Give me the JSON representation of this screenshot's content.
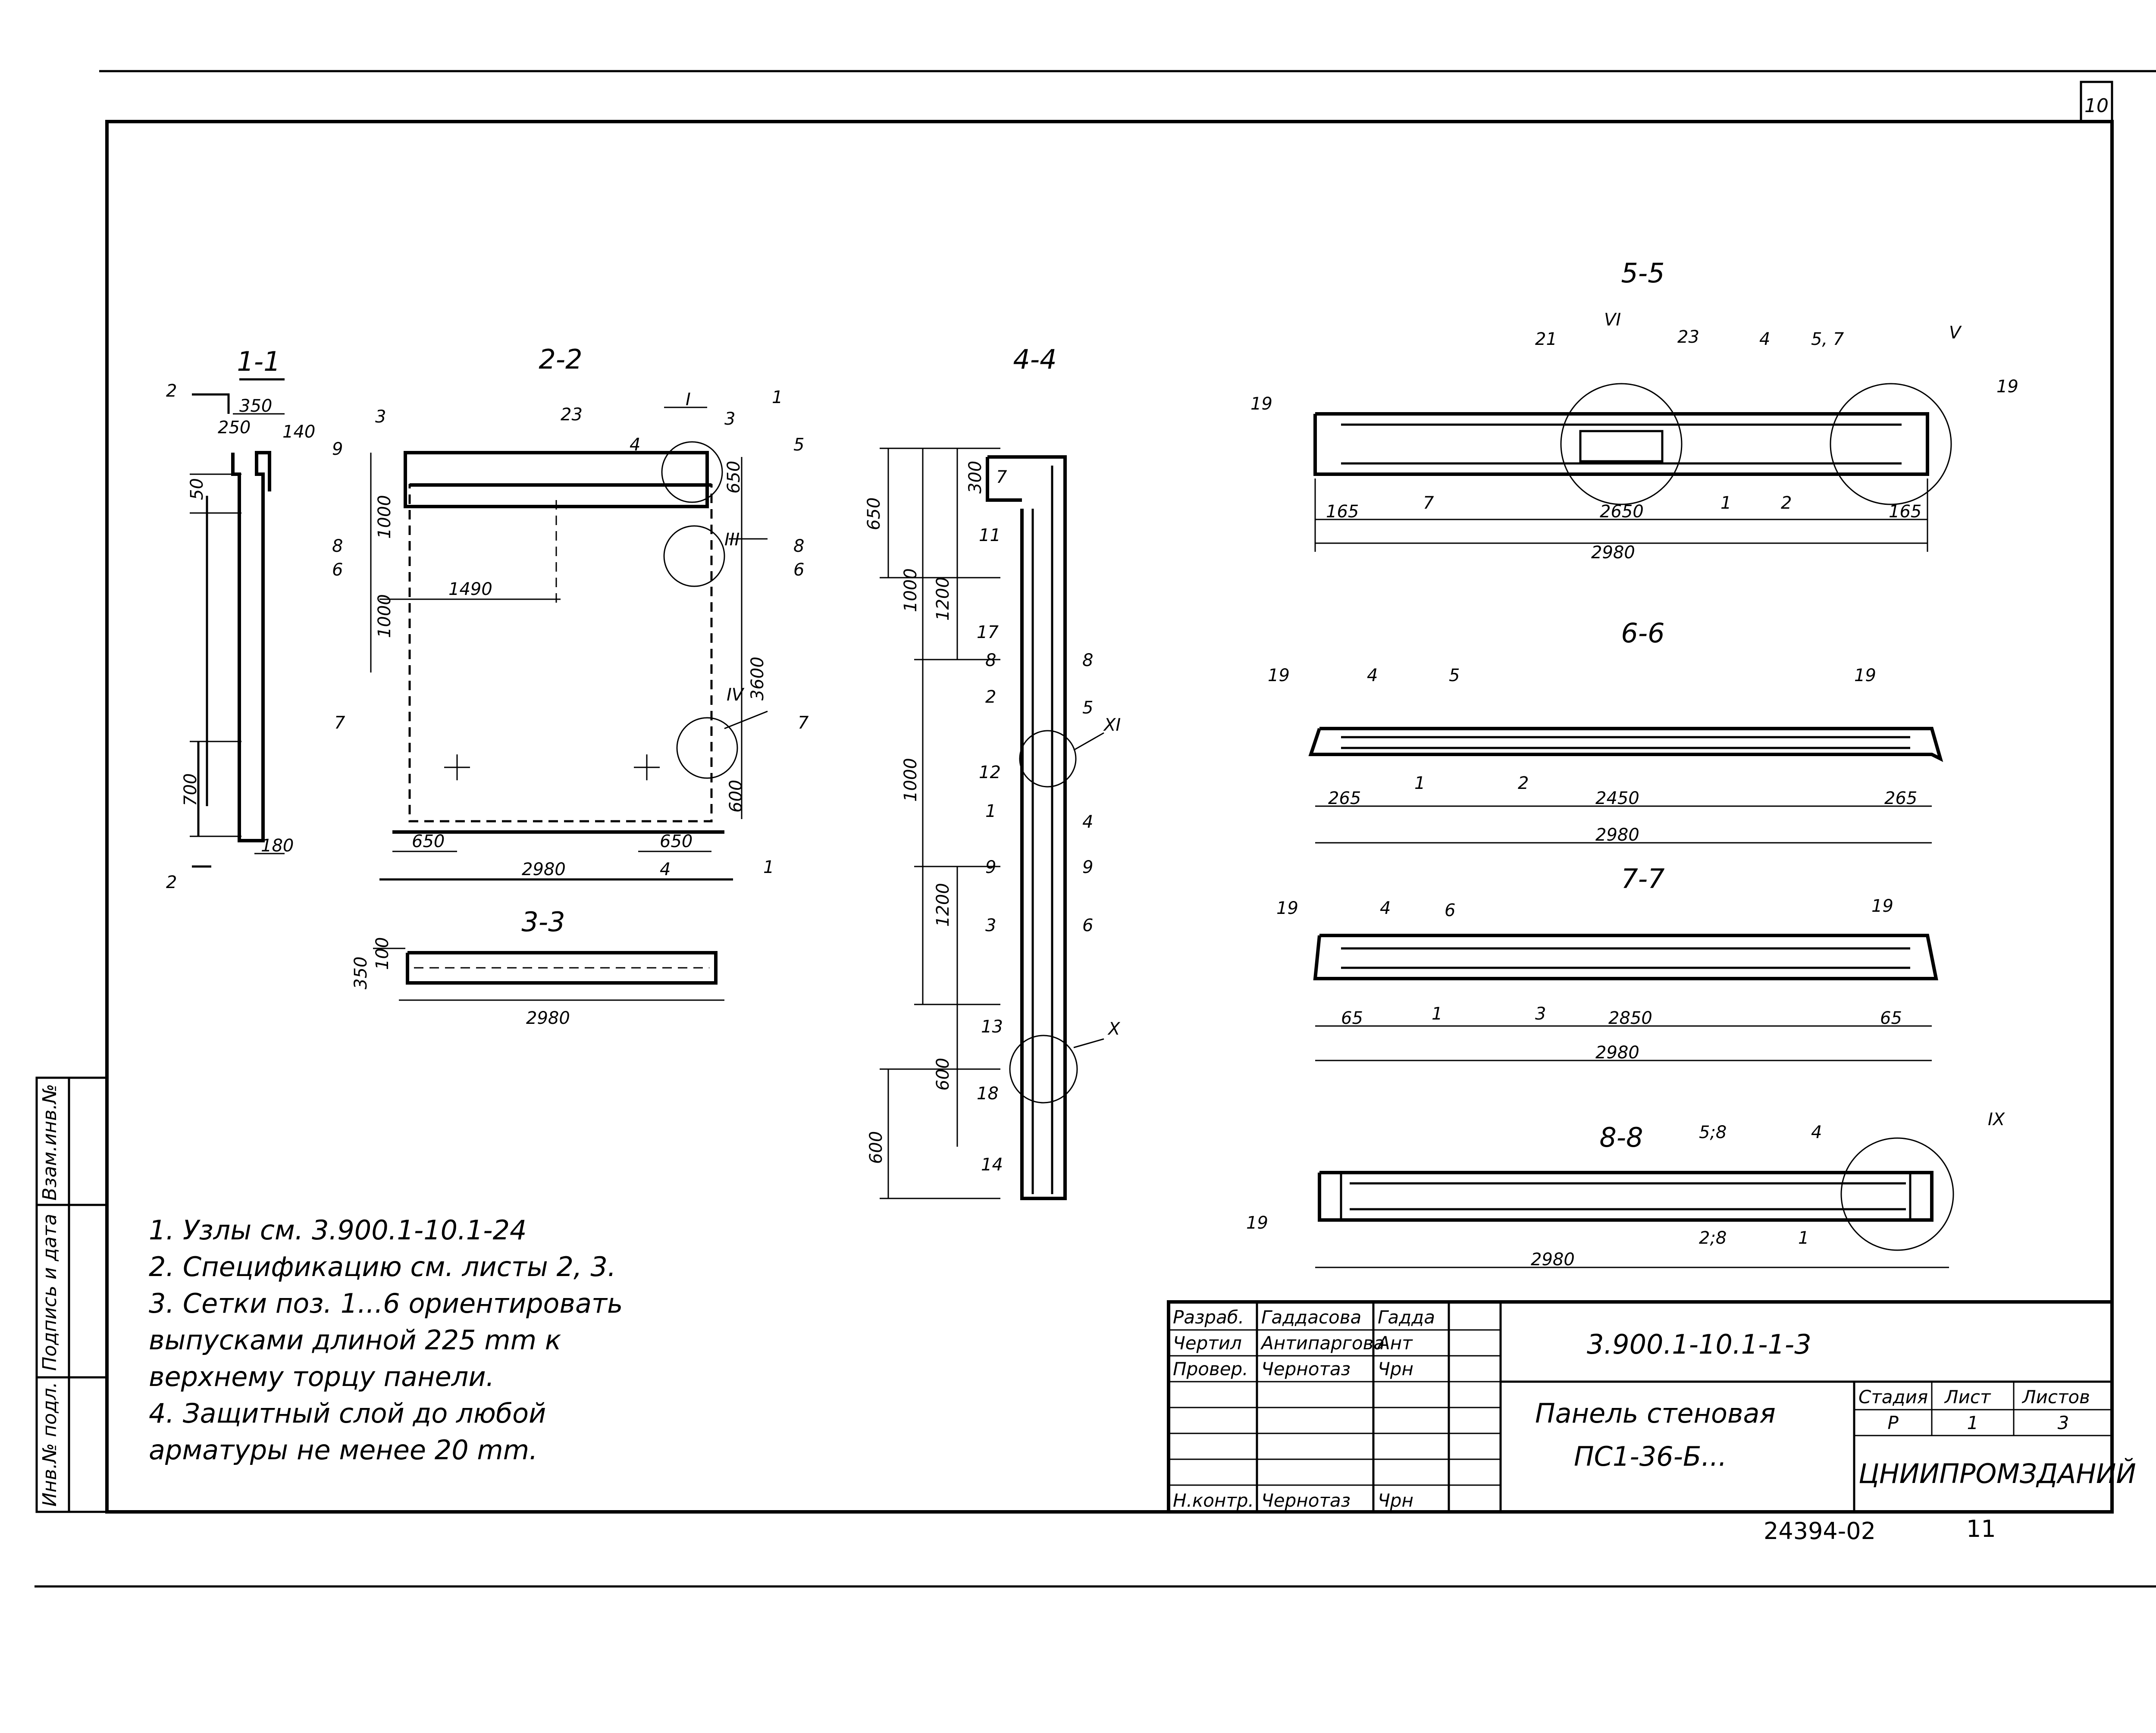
{
  "sheet": {
    "page_corner_number": "10",
    "stamp_left": "24394-02",
    "stamp_right": "11"
  },
  "side_stamp": {
    "col1": "Инв.№ подл.",
    "col2": "Подпись и дата",
    "col3": "Взам.инв.№"
  },
  "sections": {
    "s1": "1-1",
    "s2": "2-2",
    "s3": "3-3",
    "s4": "4-4",
    "s5": "5-5",
    "s6": "6-6",
    "s7": "7-7",
    "s8": "8-8"
  },
  "view_1_1": {
    "cut_top": "2",
    "cut_bottom": "2",
    "d350": "350",
    "d140": "140",
    "d250": "250",
    "d50": "50",
    "d700": "700",
    "d180": "180"
  },
  "view_2_2": {
    "m23": "23",
    "m3a": "3",
    "m3b": "3",
    "m9": "9",
    "m8": "8",
    "m6": "6",
    "m7a": "7",
    "m1000a": "1000",
    "m1000b": "1000",
    "m1490": "1490",
    "m4a": "4",
    "m4b": "4",
    "mI": "I",
    "m1a": "1",
    "m1b": "1",
    "m5": "5",
    "m650top": "650",
    "mIII": "III",
    "m8r": "8",
    "m6r": "6",
    "mIV": "IV",
    "m3600": "3600",
    "m7b": "7",
    "m600": "600",
    "m650l": "650",
    "m650r": "650",
    "m2980": "2980"
  },
  "view_3_3": {
    "d350": "350",
    "d100": "100",
    "d2980": "2980"
  },
  "view_4_4": {
    "d650": "650",
    "d300": "300",
    "d1000a": "1000",
    "d1200a": "1200",
    "d1000b": "1000",
    "d1200b": "1200",
    "d600a": "600",
    "d600b": "600",
    "p7": "7",
    "p11": "11",
    "p17": "17",
    "p8a": "8",
    "p8b": "8",
    "p2": "2",
    "p5": "5",
    "p12": "12",
    "pXI": "XI",
    "p1": "1",
    "p4": "4",
    "p9a": "9",
    "p9b": "9",
    "p3": "3",
    "p6": "6",
    "p13": "13",
    "pX": "X",
    "p18": "18",
    "p14": "14"
  },
  "view_5_5": {
    "p21": "21",
    "pVI": "VI",
    "p23": "23",
    "p4": "4",
    "p57": "5, 7",
    "pV": "V",
    "p19a": "19",
    "p19b": "19",
    "p7": "7",
    "p1": "1",
    "p2": "2",
    "d165a": "165",
    "d2650": "2650",
    "d165b": "165",
    "d2980": "2980"
  },
  "view_6_6": {
    "p19a": "19",
    "p4": "4",
    "p5": "5",
    "p19b": "19",
    "p1": "1",
    "p2": "2",
    "d265a": "265",
    "d2450": "2450",
    "d265b": "265",
    "d2980": "2980"
  },
  "view_7_7": {
    "p19a": "19",
    "p4": "4",
    "p6": "6",
    "p19b": "19",
    "p1": "1",
    "p3": "3",
    "d65a": "65",
    "d2850": "2850",
    "d65b": "65",
    "d2980": "2980"
  },
  "view_8_8": {
    "p58": "5;8",
    "p4": "4",
    "pIX": "IX",
    "p19": "19",
    "p28": "2;8",
    "p1": "1",
    "d2980": "2980"
  },
  "notes": [
    "1. Узлы  см.   3.900.1-10.1-24",
    "2. Спецификацию  см.   листы  2, 3.",
    "3. Сетки  поз.   1...6  ориентировать",
    "   выпусками  длиной  225 mm   к",
    "   верхнему  торцу  панели.",
    "4. Защитный  слой  до  любой",
    "   арматуры  не  менее   20 mm."
  ],
  "title_block": {
    "designation": "3.900.1-10.1-1-3",
    "title_line1": "Панель  стеновая",
    "title_line2": "ПС1-36-Б...",
    "org": "ЦНИИПРОМЗДАНИЙ",
    "stage_hdr": "Стадия",
    "sheet_hdr": "Лист",
    "sheets_hdr": "Листов",
    "stage_val": "Р",
    "sheet_val": "1",
    "sheets_val": "3",
    "rows": [
      {
        "role": "Разраб.",
        "name": "Гаддасова",
        "sign": "Гадда"
      },
      {
        "role": "Чертил",
        "name": "Антипаргова",
        "sign": "Ант"
      },
      {
        "role": "Провер.",
        "name": "Чернотаз",
        "sign": "Чрн"
      },
      {
        "role": "Н.контр.",
        "name": "Чернотаз",
        "sign": "Чрн"
      }
    ]
  }
}
